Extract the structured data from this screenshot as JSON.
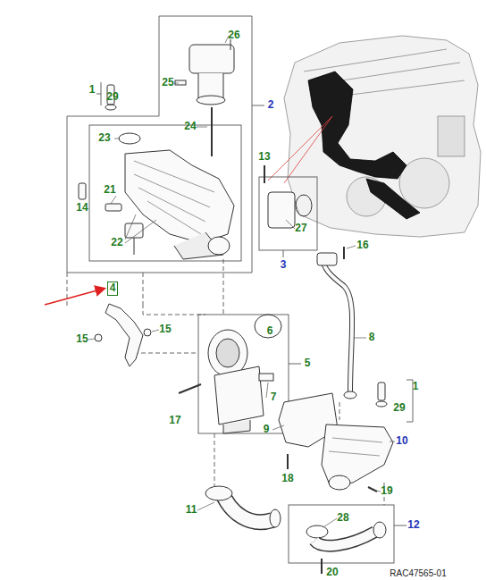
{
  "diagram": {
    "labels": [
      "26",
      "1",
      "29",
      "25",
      "2",
      "24",
      "23",
      "13",
      "14",
      "21",
      "27",
      "22",
      "3",
      "16",
      "4",
      "8",
      "15",
      "15",
      "6",
      "5",
      "7",
      "1",
      "29",
      "17",
      "9",
      "10",
      "18",
      "19",
      "11",
      "28",
      "12",
      "20",
      "RAC47565-01"
    ]
  }
}
